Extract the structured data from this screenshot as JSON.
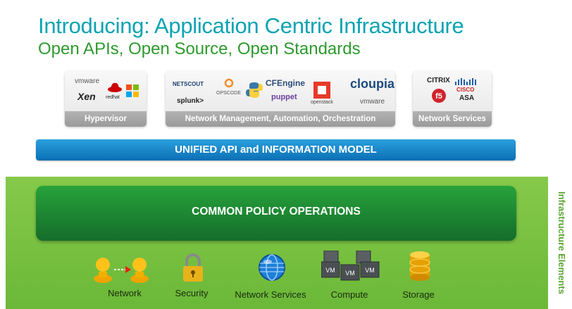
{
  "header": {
    "title": "Introducing: Application Centric Infrastructure",
    "subtitle": "Open APIs, Open Source, Open Standards"
  },
  "vendor_groups": {
    "hypervisor": {
      "label": "Hypervisor",
      "logos": [
        "vmware",
        "Xen",
        "redhat",
        "windows"
      ]
    },
    "network_management": {
      "label": "Network Management, Automation, Orchestration",
      "logos": [
        "NETSCOUT",
        "OPSCODE",
        "python",
        "CFEngine",
        "puppet",
        "openstack",
        "cloupia",
        "vmware",
        "splunk>"
      ]
    },
    "network_services": {
      "label": "Network Services",
      "logos": [
        "CITRIX",
        "F5",
        "CISCO",
        "ASA"
      ]
    }
  },
  "unified_api": {
    "label": "UNIFIED API and INFORMATION MODEL"
  },
  "policy": {
    "label": "COMMON POLICY OPERATIONS"
  },
  "infrastructure": {
    "side_label": "Infrastructure Elements",
    "elements": [
      {
        "label": "Network",
        "icon": "network-users-icon"
      },
      {
        "label": "Security",
        "icon": "padlock-icon"
      },
      {
        "label": "Network Services",
        "icon": "globe-icon"
      },
      {
        "label": "Compute",
        "icon": "vm-servers-icon"
      },
      {
        "label": "Storage",
        "icon": "database-icon"
      }
    ]
  },
  "colors": {
    "title": "#0aa3b3",
    "subtitle": "#2e9a2e",
    "api_bar": "#0b6fb5",
    "policy_bar": "#146d2a",
    "infra_band": "#7bc142"
  }
}
